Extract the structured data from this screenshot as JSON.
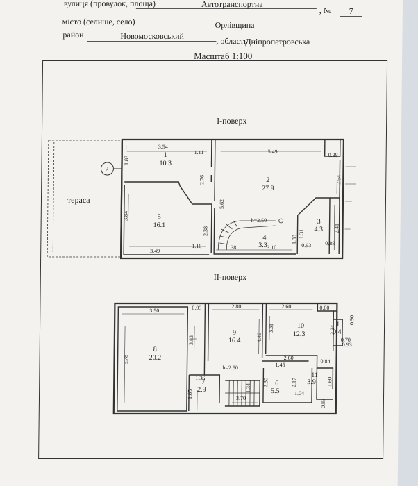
{
  "header": {
    "street_label": "вулиця (провулок, площа)",
    "street_value": "Автотранспортна",
    "no_label": ", №",
    "no_value": "7",
    "city_label": "місто (селище, село)",
    "city_value": "Орлівщина",
    "district_label": "район",
    "district_value": "Новомосковський",
    "oblast_label": ", область",
    "oblast_value": "Дніпропетровська"
  },
  "scale": "Масштаб 1:100",
  "floor1": {
    "title": "І-поверх",
    "terrace": "тераса",
    "axis_mark": "2",
    "rooms": [
      {
        "no": "1",
        "area": "10.3"
      },
      {
        "no": "2",
        "area": "27.9"
      },
      {
        "no": "3",
        "area": "4.3"
      },
      {
        "no": "4",
        "area": "3.3"
      },
      {
        "no": "5",
        "area": "16.1"
      }
    ],
    "height": "h=2.50",
    "dims": [
      "3.54",
      "1.11",
      "5.49",
      "0.88",
      "1.83",
      "2.76",
      "2.54",
      "5.62",
      "3.84",
      "2.38",
      "1.16",
      "3.49",
      "1.38",
      "3.10",
      "1.33",
      "0.93",
      "0.88",
      "2.41",
      "1.31"
    ]
  },
  "floor2": {
    "title": "ІІ-поверх",
    "rooms": [
      {
        "no": "8",
        "area": "20.2"
      },
      {
        "no": "9",
        "area": "16.4"
      },
      {
        "no": "10",
        "area": "12.3"
      },
      {
        "no": "11",
        "area": "3.9"
      },
      {
        "no": "6",
        "area": "5.5"
      },
      {
        "no": "7",
        "area": "2.9"
      },
      {
        "no": "1",
        "area": "0.4"
      }
    ],
    "height": "h=2.50",
    "dims": [
      "3.50",
      "0.93",
      "2.80",
      "2.60",
      "0.00",
      "5.78",
      "3.83",
      "4.46",
      "3.31",
      "3.34",
      "0.90",
      "0.70",
      "0.93",
      "1.45",
      "2.60",
      "0.84",
      "1.36",
      "2.30",
      "2.17",
      "1.60",
      "0.83",
      "1.85",
      "1.34",
      "3.70",
      "1.04"
    ]
  }
}
